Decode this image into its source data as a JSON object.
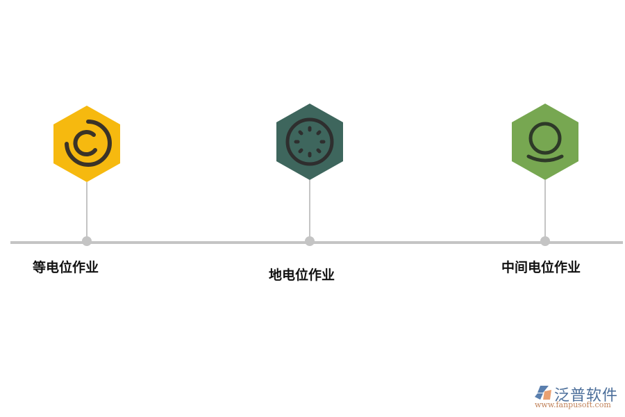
{
  "diagram": {
    "type": "timeline",
    "items": [
      {
        "label": "等电位作业",
        "icon": "concentric-arcs-icon",
        "color": "#f6b90f",
        "icon_color": "#3a3328"
      },
      {
        "label": "地电位作业",
        "icon": "loading-spinner-icon",
        "color": "#3e665d",
        "icon_color": "#2e2e2e"
      },
      {
        "label": "中间电位作业",
        "icon": "ring-on-base-icon",
        "color": "#77a751",
        "icon_color": "#2e3a28"
      }
    ],
    "line_color": "#c4c4c4"
  },
  "watermark": {
    "brand": "泛普软件",
    "url": "www.fanpusoft.com"
  }
}
